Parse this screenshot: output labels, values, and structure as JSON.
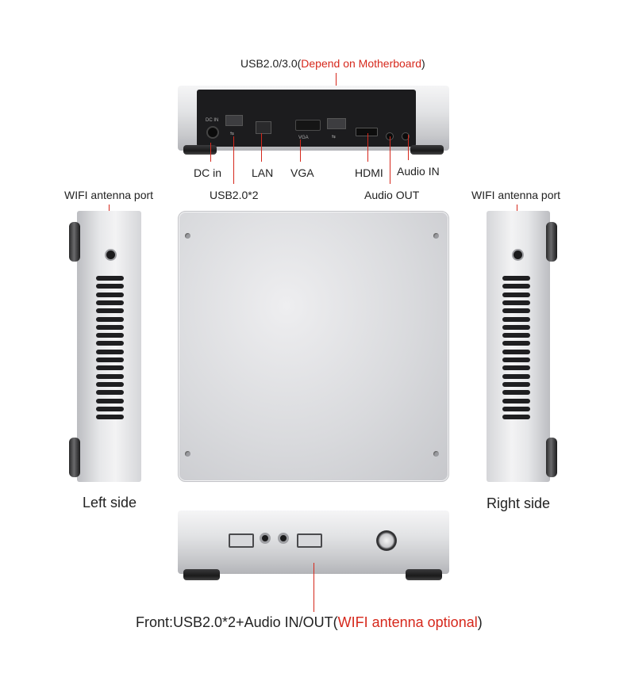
{
  "labels": {
    "usb_top_prefix": "USB2.0/3.0(",
    "usb_top_red": "Depend on Motherboard",
    "usb_top_suffix": ")",
    "dc_in": "DC  in",
    "lan": "LAN",
    "vga": "VGA",
    "hdmi": "HDMI",
    "audio_in": "Audio IN",
    "usb2x2": "USB2.0*2",
    "audio_out": "Audio OUT",
    "wifi_left": "WIFI antenna port",
    "wifi_right": "WIFI antenna port",
    "left_side": "Left side",
    "right_side": "Right side",
    "front_prefix": "Front:USB2.0*2+Audio IN/OUT(",
    "front_red": "WIFI antenna optional",
    "front_suffix": ")"
  },
  "panel_marks": {
    "dc_in": "DC IN",
    "vga": "VGA",
    "usb_symbol": "⇆",
    "hdmi_mark": "▭"
  },
  "colors": {
    "accent_red": "#d6281c",
    "text": "#222222",
    "background": "#ffffff"
  }
}
